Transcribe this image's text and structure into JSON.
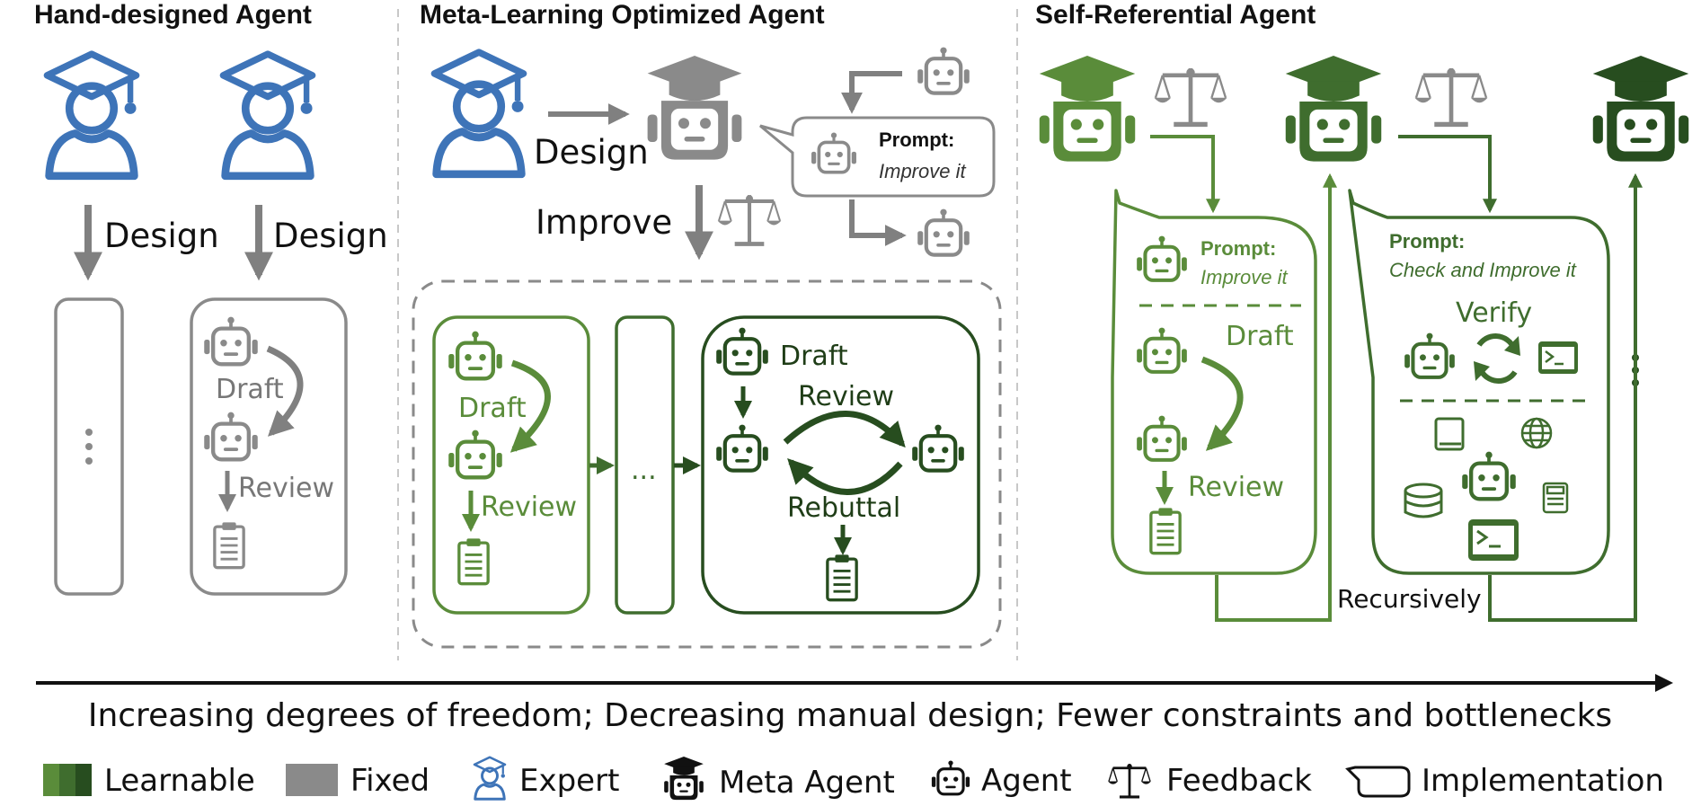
{
  "panels": {
    "hand": {
      "title": "Hand-designed Agent",
      "design_1": "Design",
      "design_2": "Design",
      "draft": "Draft",
      "review": "Review"
    },
    "meta": {
      "title": "Meta-Learning Optimized Agent",
      "design": "Design",
      "improve": "Improve",
      "prompt_label": "Prompt:",
      "prompt_text": "Improve it",
      "draft_1": "Draft",
      "review_1": "Review",
      "dots": "...",
      "draft_2": "Draft",
      "review_2": "Review",
      "rebuttal": "Rebuttal"
    },
    "self": {
      "title": "Self-Referential Agent",
      "prompt1_label": "Prompt:",
      "prompt1_text": "Improve it",
      "draft": "Draft",
      "review": "Review",
      "prompt2_label": "Prompt:",
      "prompt2_text": "Check and Improve it",
      "verify": "Verify",
      "recursively": "Recursively"
    }
  },
  "axis_caption": "Increasing degrees of freedom; Decreasing manual design; Fewer constraints and bottlenecks",
  "legend": {
    "learnable": "Learnable",
    "fixed": "Fixed",
    "expert": "Expert",
    "meta_agent": "Meta Agent",
    "agent": "Agent",
    "feedback": "Feedback",
    "implementation": "Implementation"
  },
  "colors": {
    "expert_blue": "#3e74b8",
    "fixed_gray": "#8a8a8a",
    "learn_light": "#5a8c3a",
    "learn_mid": "#3f6d2e",
    "learn_dark": "#274d1f"
  },
  "icons": [
    "expert-icon",
    "meta-agent-icon",
    "agent-icon",
    "feedback-scale-icon",
    "clipboard-icon",
    "book-icon",
    "globe-icon",
    "database-icon",
    "calculator-icon",
    "terminal-icon",
    "refresh-icon"
  ]
}
